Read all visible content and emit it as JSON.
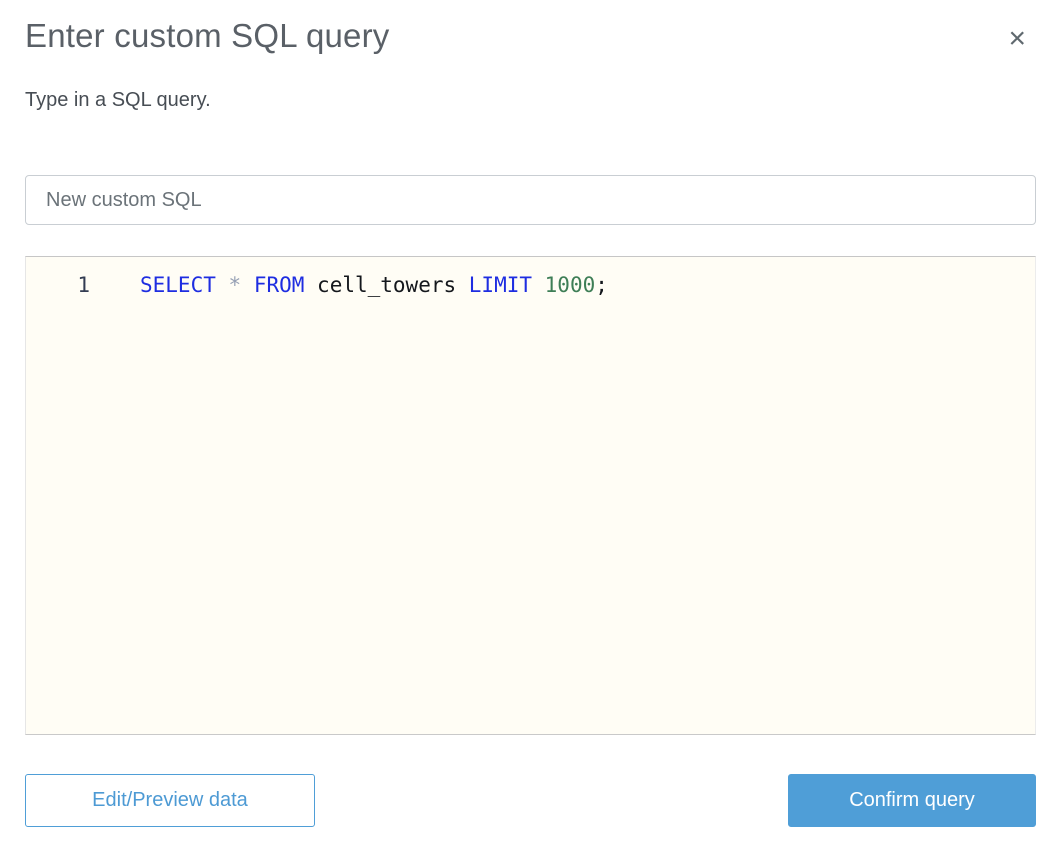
{
  "dialog": {
    "title": "Enter custom SQL query",
    "subtitle": "Type in a SQL query.",
    "close_glyph": "×"
  },
  "query_name_input": {
    "value": "New custom SQL"
  },
  "sql_editor": {
    "lines": [
      {
        "number": "1",
        "text": "SELECT * FROM cell_towers LIMIT 1000;",
        "tokens": [
          {
            "type": "keyword",
            "text": "SELECT"
          },
          {
            "type": "plain",
            "text": " "
          },
          {
            "type": "operator",
            "text": "*"
          },
          {
            "type": "plain",
            "text": " "
          },
          {
            "type": "keyword",
            "text": "FROM"
          },
          {
            "type": "plain",
            "text": " cell_towers "
          },
          {
            "type": "keyword",
            "text": "LIMIT"
          },
          {
            "type": "plain",
            "text": " "
          },
          {
            "type": "number",
            "text": "1000"
          },
          {
            "type": "plain",
            "text": ";"
          }
        ]
      }
    ]
  },
  "footer": {
    "edit_preview_label": "Edit/Preview data",
    "confirm_label": "Confirm query"
  },
  "colors": {
    "accent_blue": "#4f9ed7",
    "title_gray": "#5a6067",
    "keyword_blue": "#1e2de1",
    "number_green": "#3e7e56",
    "operator_gray": "#96a0b4",
    "editor_background": "#fffdf5"
  }
}
